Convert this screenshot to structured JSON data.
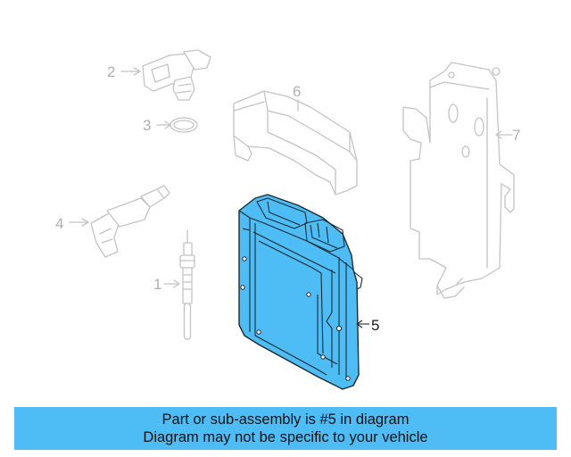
{
  "callouts": [
    {
      "id": "1",
      "label": "1"
    },
    {
      "id": "2",
      "label": "2"
    },
    {
      "id": "3",
      "label": "3"
    },
    {
      "id": "4",
      "label": "4"
    },
    {
      "id": "5",
      "label": "5"
    },
    {
      "id": "6",
      "label": "6"
    },
    {
      "id": "7",
      "label": "7"
    }
  ],
  "highlight_part": "5",
  "colors": {
    "highlight": "#4fbdf5",
    "ghost": "#c4c4c4",
    "ink": "#1c2a33"
  },
  "banner": {
    "line1": "Part or sub-assembly is #5 in diagram",
    "line2": "Diagram may not be specific to your vehicle"
  }
}
